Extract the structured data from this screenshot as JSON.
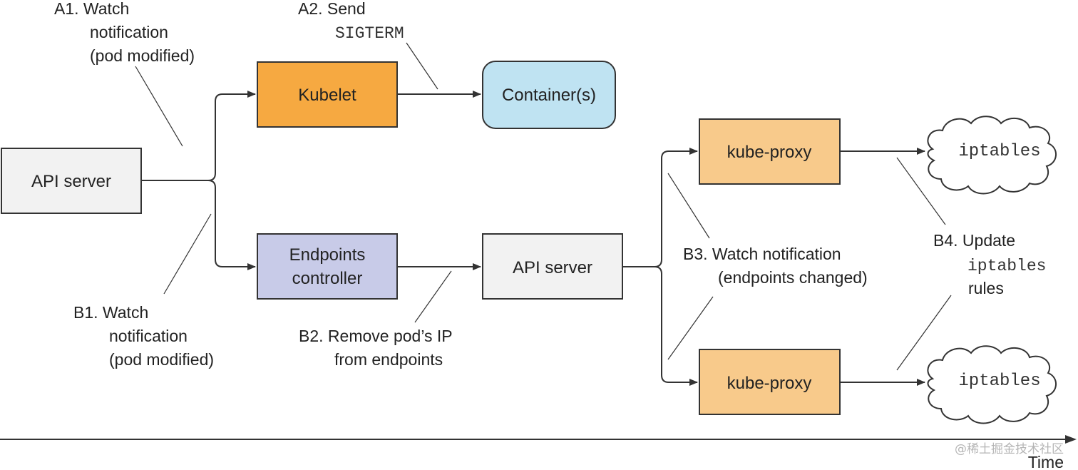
{
  "diagram": {
    "nodes": {
      "api_server_1": {
        "label": "API server",
        "color": "#f2f2f2"
      },
      "kubelet": {
        "label": "Kubelet",
        "color": "#f6a941"
      },
      "container": {
        "label": "Container(s)",
        "color": "#bfe3f2"
      },
      "endpoints_controller": {
        "line1": "Endpoints",
        "line2": "controller",
        "color": "#c8cbe8"
      },
      "api_server_2": {
        "label": "API server",
        "color": "#f2f2f2"
      },
      "kube_proxy_1": {
        "label": "kube-proxy",
        "color": "#f8ca8b"
      },
      "kube_proxy_2": {
        "label": "kube-proxy",
        "color": "#f8ca8b"
      },
      "iptables_1": {
        "label": "iptables",
        "color": "#ffffff"
      },
      "iptables_2": {
        "label": "iptables",
        "color": "#ffffff"
      }
    },
    "annotations": {
      "a1": {
        "line1": "A1. Watch",
        "line2": "notification",
        "line3": "(pod modified)"
      },
      "a2": {
        "line1": "A2. Send",
        "line2": "SIGTERM"
      },
      "b1": {
        "line1": "B1. Watch",
        "line2": "notification",
        "line3": "(pod modified)"
      },
      "b2": {
        "line1": "B2. Remove pod’s IP",
        "line2": "from endpoints"
      },
      "b3": {
        "line1": "B3. Watch notification",
        "line2": "(endpoints changed)"
      },
      "b4": {
        "line1": "B4. Update",
        "line2": "iptables",
        "line3": "rules"
      }
    },
    "time_axis": {
      "label": "Time"
    },
    "watermark": "@稀土掘金技术社区"
  }
}
